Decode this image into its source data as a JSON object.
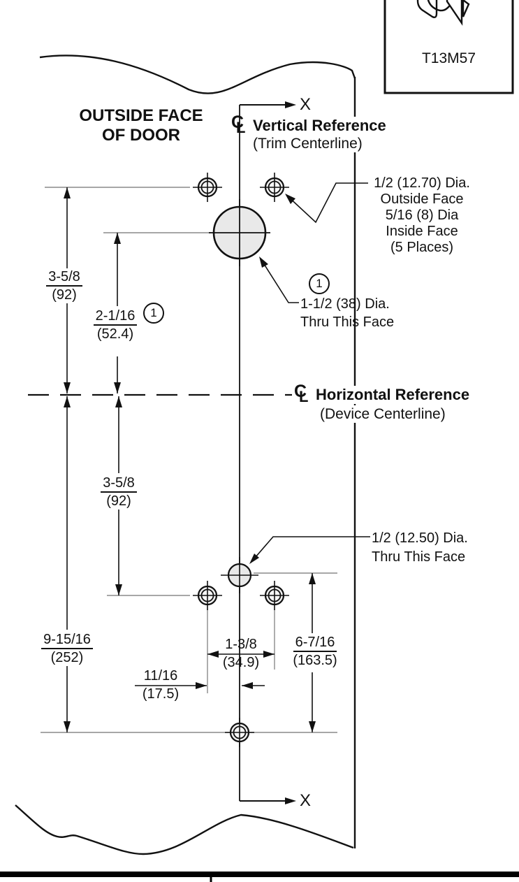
{
  "colors": {
    "line": "#111111",
    "extension_line": "#8a8a8a",
    "hole_fill": "#ececec",
    "footer_bar": "#000000",
    "background": "#ffffff"
  },
  "part_box": {
    "part_number": "T13M57",
    "icon": "door-trim-isometric-icon"
  },
  "door": {
    "label_line1": "OUTSIDE FACE",
    "label_line2": "OF DOOR"
  },
  "axes": {
    "top_label": "X",
    "bottom_label": "X"
  },
  "references": {
    "vertical": {
      "symbol_c": "C",
      "symbol_l": "L",
      "title": "Vertical Reference",
      "subtitle": "(Trim Centerline)"
    },
    "horizontal": {
      "symbol_c": "C",
      "symbol_l": "L",
      "title": "Horizontal Reference",
      "subtitle": "(Device Centerline)"
    }
  },
  "callouts": {
    "trim_holes": {
      "line1": "1/2 (12.70) Dia.",
      "line2": "Outside Face",
      "line3": "5/16 (8) Dia",
      "line4": "Inside Face",
      "line5": "(5 Places)"
    },
    "big_hole": {
      "note": "1",
      "line1": "1-1/2 (38) Dia.",
      "line2": "Thru This Face"
    },
    "center_hole": {
      "line1": "1/2 (12.50) Dia.",
      "line2": "Thru This Face"
    }
  },
  "dimensions": {
    "ref_to_top_row": {
      "inch": "3-5/8",
      "mm": "(92)"
    },
    "ref_to_big_hole": {
      "inch": "2-1/16",
      "mm": "(52.4)",
      "note": "1"
    },
    "ref_to_lower_row": {
      "inch": "3-5/8",
      "mm": "(92)"
    },
    "ref_to_bottom_hole": {
      "inch": "9-15/16",
      "mm": "(252)"
    },
    "lower_hole_spacing": {
      "inch": "1-3/8",
      "mm": "(34.9)"
    },
    "hole_to_centerline": {
      "inch": "11/16",
      "mm": "(17.5)"
    },
    "center_hole_to_bottom_hole": {
      "inch": "6-7/16",
      "mm": "(163.5)"
    }
  }
}
